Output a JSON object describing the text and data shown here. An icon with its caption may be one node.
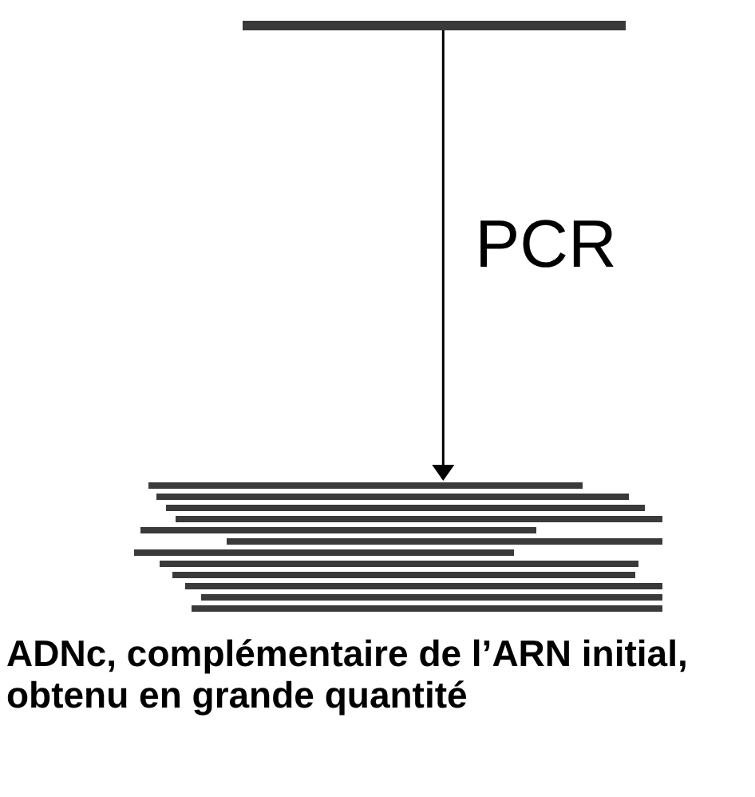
{
  "diagram": {
    "nodes": [
      {
        "text": [],
        "shape": "bar"
      },
      {
        "text": [],
        "shape": "picture",
        "beside": [
          "ADNc, complémentaire de l’ARN initial, obtenu en grande quantité"
        ]
      }
    ],
    "edges": [
      {
        "from": 0,
        "to": 1,
        "arrow": "to",
        "label": "PCR"
      }
    ]
  }
}
